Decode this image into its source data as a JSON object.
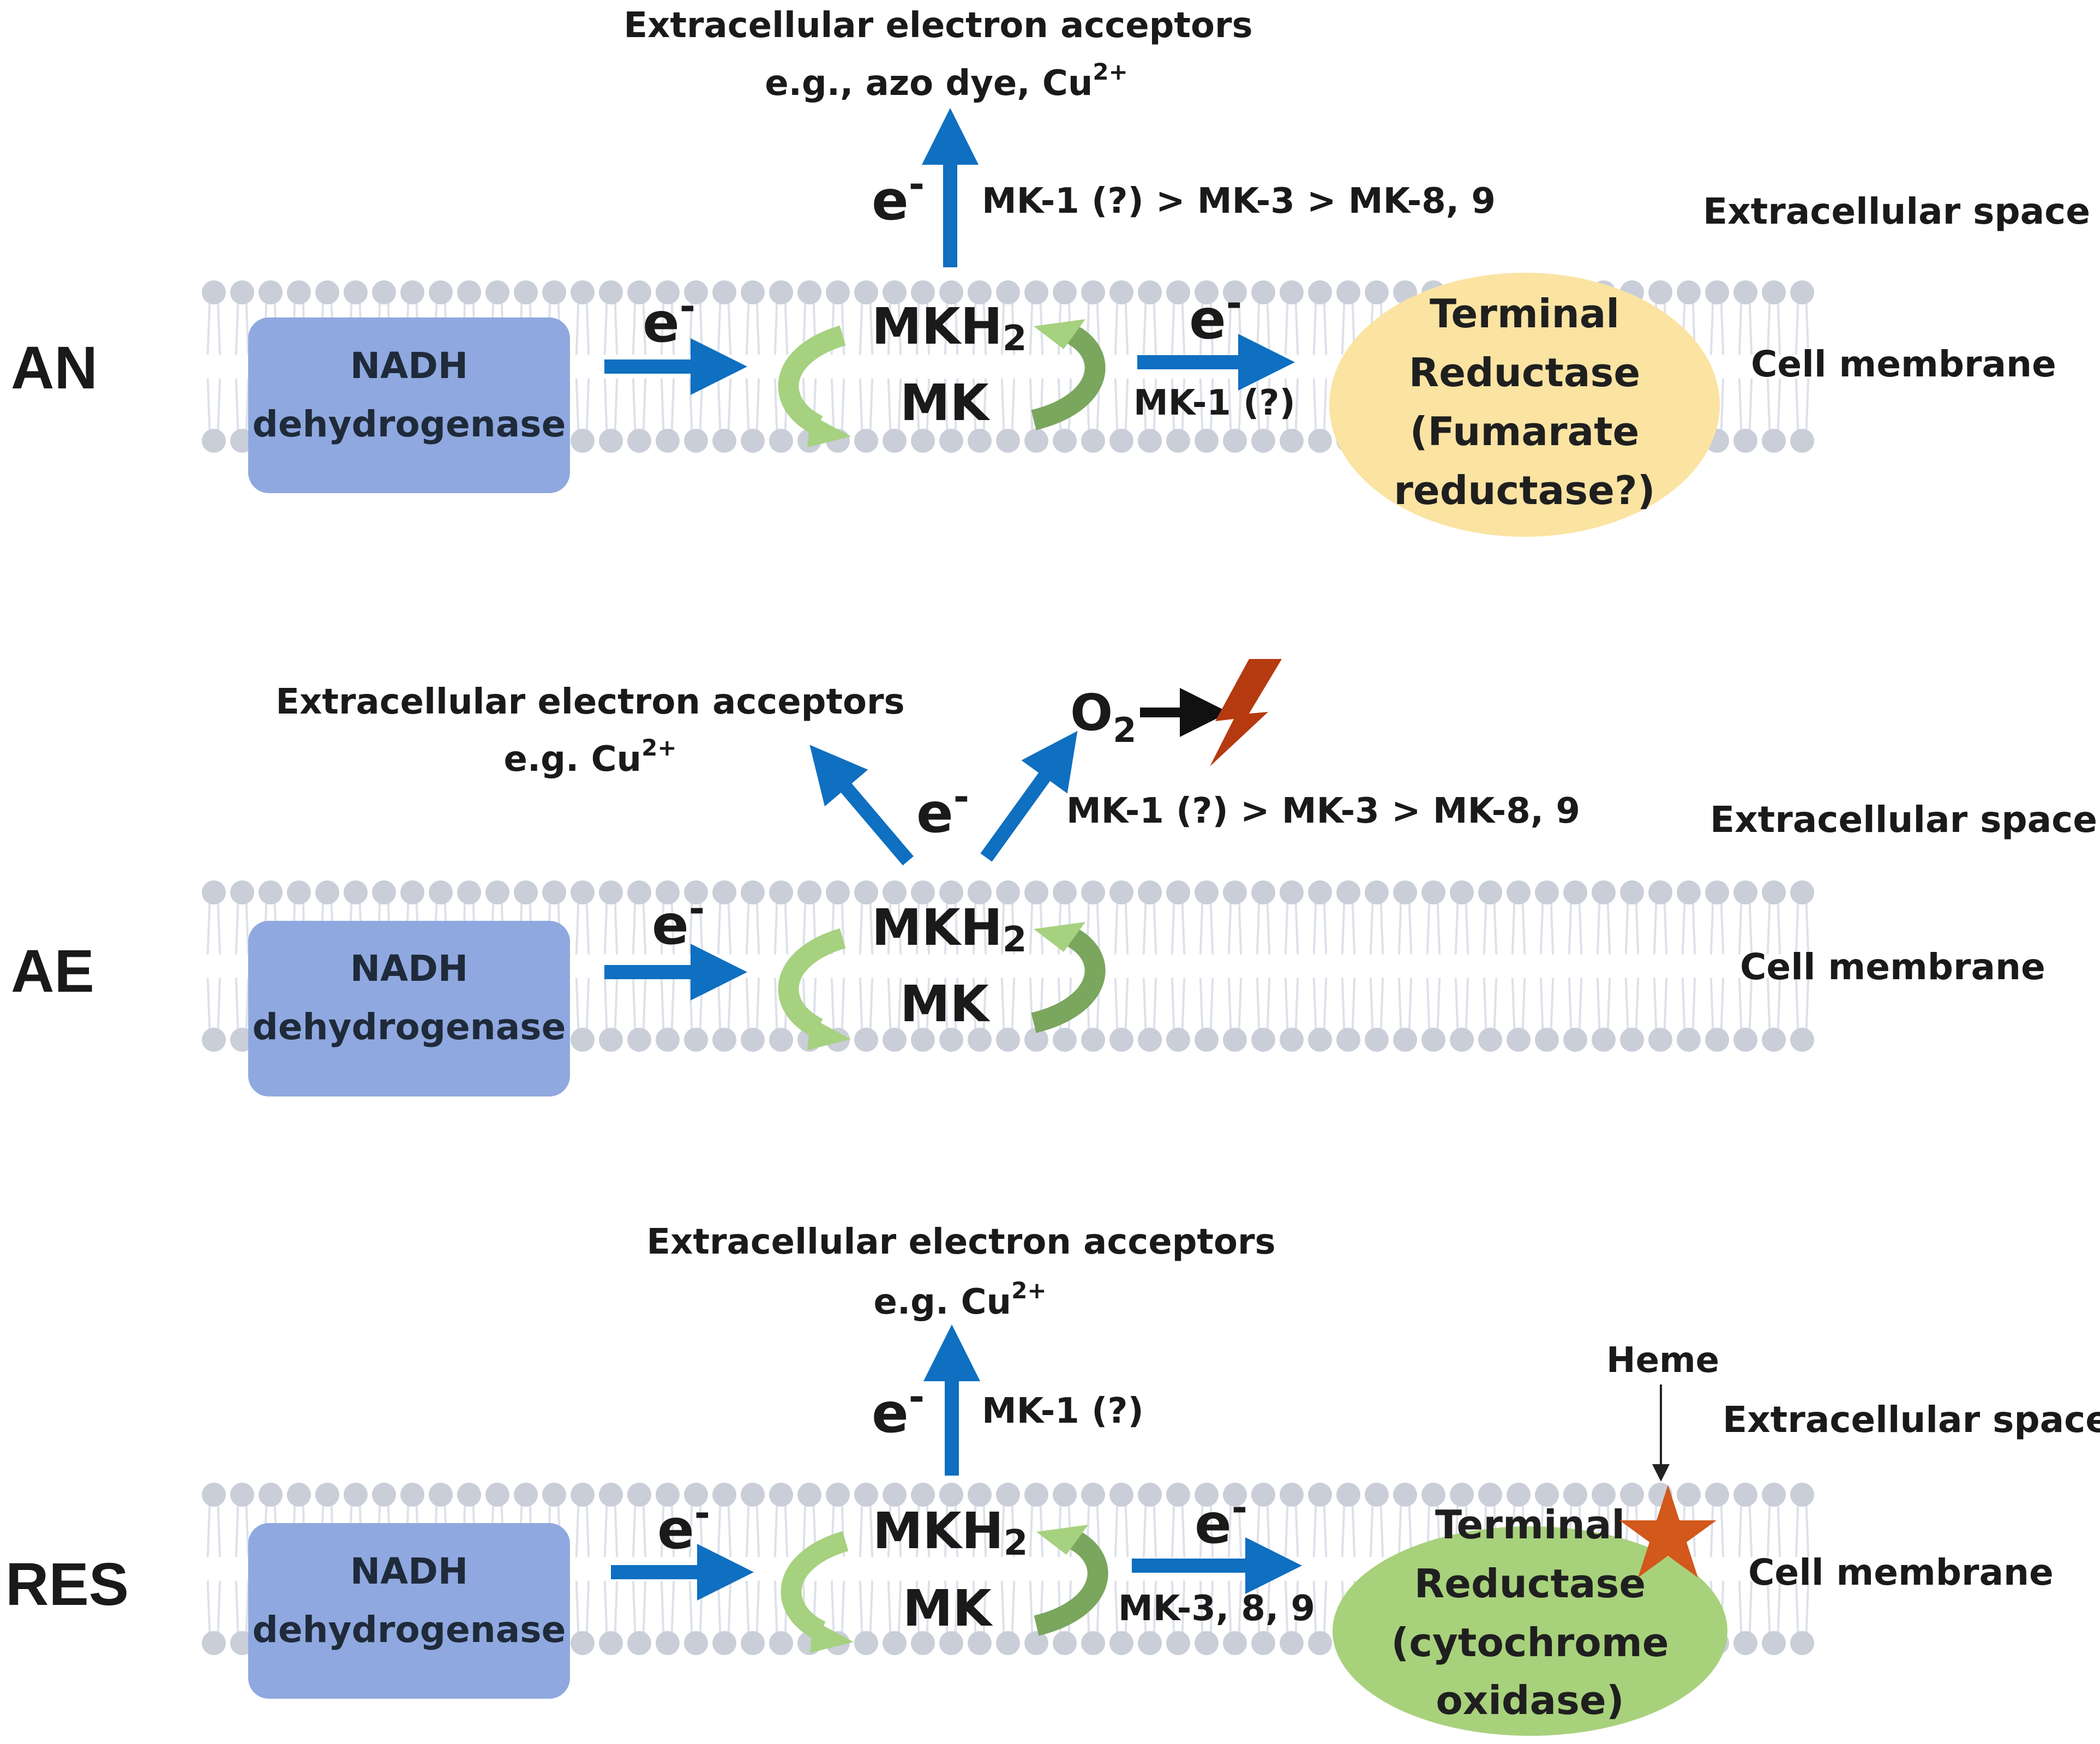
{
  "colors": {
    "membrane_head": "#c9ced8",
    "membrane_tail": "#dde1ea",
    "box_fill": "#8fa8df",
    "arrow_blue": "#0f6fc0",
    "cycle_light": "#a6d17f",
    "cycle_dark": "#7aa65e",
    "ellipse_yellow": "#fbe3a2",
    "ellipse_green": "#a8d17c",
    "bolt": "#b53a10",
    "star": "#d2581b"
  },
  "panels": {
    "an": {
      "label": "AN",
      "acceptor_line1": "Extracellular electron acceptors",
      "acceptor_line2_prefix": "e.g., azo dye, Cu",
      "acceptor_sup": "2+",
      "electron": "e",
      "electron_sup": "-",
      "mk_order": "MK-1 (?) > MK-3 > MK-8, 9",
      "extracellular_space": "Extracellular space",
      "cell_membrane": "Cell membrane",
      "box_line1": "NADH",
      "box_line2": "dehydrogenase",
      "mkh": "MKH",
      "mkh_sub": "2",
      "mk": "MK",
      "arrow2_label": "MK-1 (?)",
      "ellipse_lines": [
        "Terminal",
        "Reductase",
        "(Fumarate",
        "reductase?)"
      ]
    },
    "ae": {
      "label": "AE",
      "acceptor_line1": "Extracellular electron acceptors",
      "acceptor_line2_prefix": "e.g. Cu",
      "acceptor_sup": "2+",
      "oxygen": "O",
      "oxygen_sub": "2",
      "electron": "e",
      "electron_sup": "-",
      "mk_order": "MK-1 (?) > MK-3 > MK-8, 9",
      "extracellular_space": "Extracellular space",
      "cell_membrane": "Cell membrane",
      "box_line1": "NADH",
      "box_line2": "dehydrogenase",
      "mkh": "MKH",
      "mkh_sub": "2",
      "mk": "MK"
    },
    "res": {
      "label": "RES",
      "acceptor_line1": "Extracellular electron acceptors",
      "acceptor_line2_prefix": "e.g. Cu",
      "acceptor_sup": "2+",
      "electron": "e",
      "electron_sup": "-",
      "mk_order": "MK-1 (?)",
      "heme": "Heme",
      "extracellular_space": "Extracellular space",
      "cell_membrane": "Cell membrane",
      "box_line1": "NADH",
      "box_line2": "dehydrogenase",
      "mkh": "MKH",
      "mkh_sub": "2",
      "mk": "MK",
      "arrow2_label": "MK-3, 8, 9",
      "ellipse_lines": [
        "Terminal",
        "Reductase",
        "(cytochrome",
        "oxidase)"
      ]
    }
  }
}
